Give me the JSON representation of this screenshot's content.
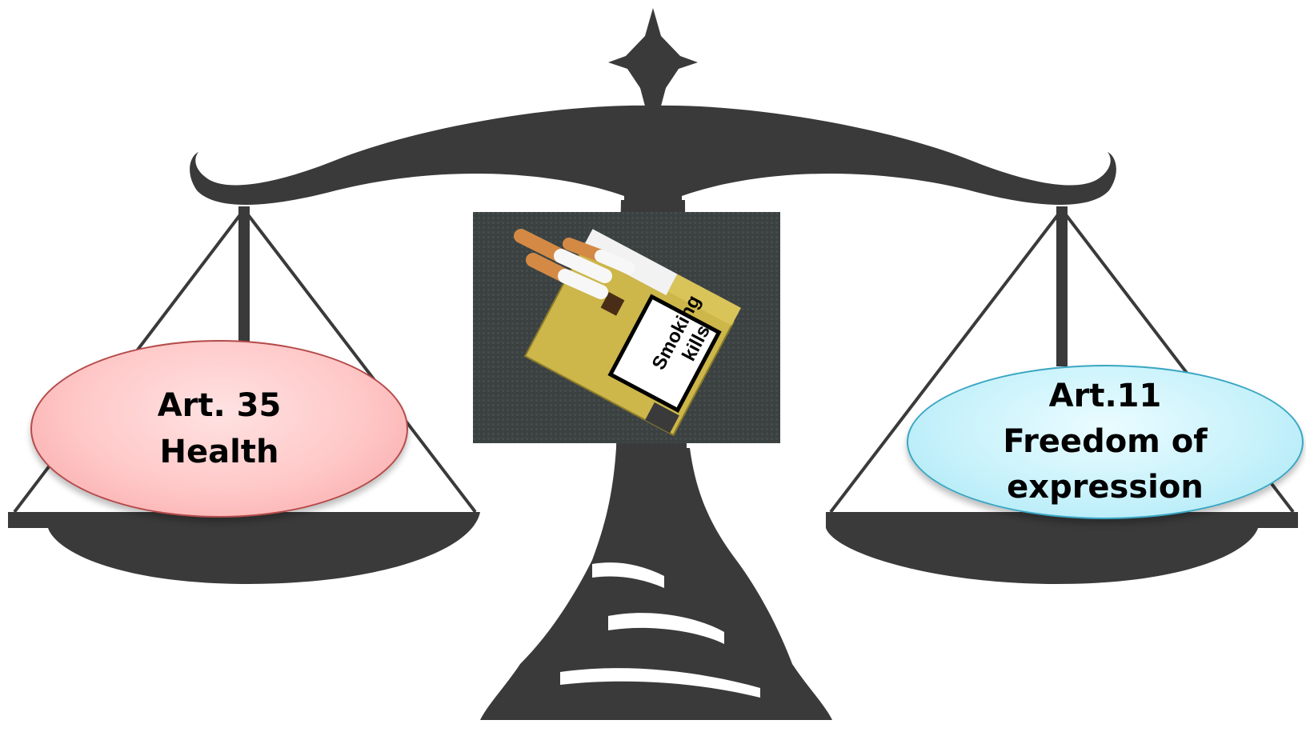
{
  "left_pan": {
    "line1": "Art. 35",
    "line2": "Health"
  },
  "right_pan": {
    "line1": "Art.11",
    "line2": "Freedom of",
    "line3": "expression"
  },
  "center_image": {
    "label_line1": "Smoking",
    "label_line2": "kills"
  },
  "colors": {
    "scale": "#3a3a3a",
    "left_pill": "#ffc7c7",
    "right_pill": "#c8f2fb",
    "photo_bg": "#3b4141",
    "pack": "#cdb64a"
  }
}
